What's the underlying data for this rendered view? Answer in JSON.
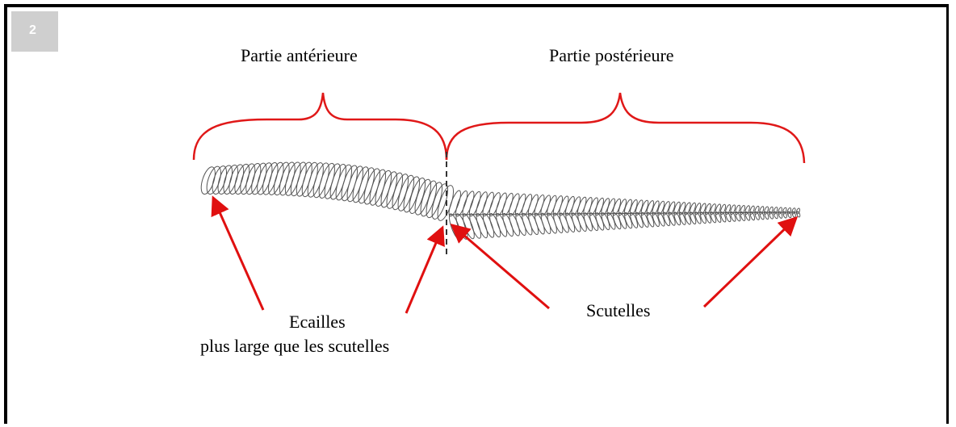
{
  "figure": {
    "badge_number": "2",
    "label_anterior": "Partie antérieure",
    "label_posterior": "Partie postérieure",
    "label_ecailles": "Ecailles",
    "label_ecailles_desc": "plus large que les scutelles",
    "label_scutelles": "Scutelles"
  },
  "colors": {
    "brace": "#e01818",
    "arrow": "#e01010",
    "scale_stroke": "#555555",
    "frame": "#000000",
    "badge": "#cfcfcf"
  }
}
